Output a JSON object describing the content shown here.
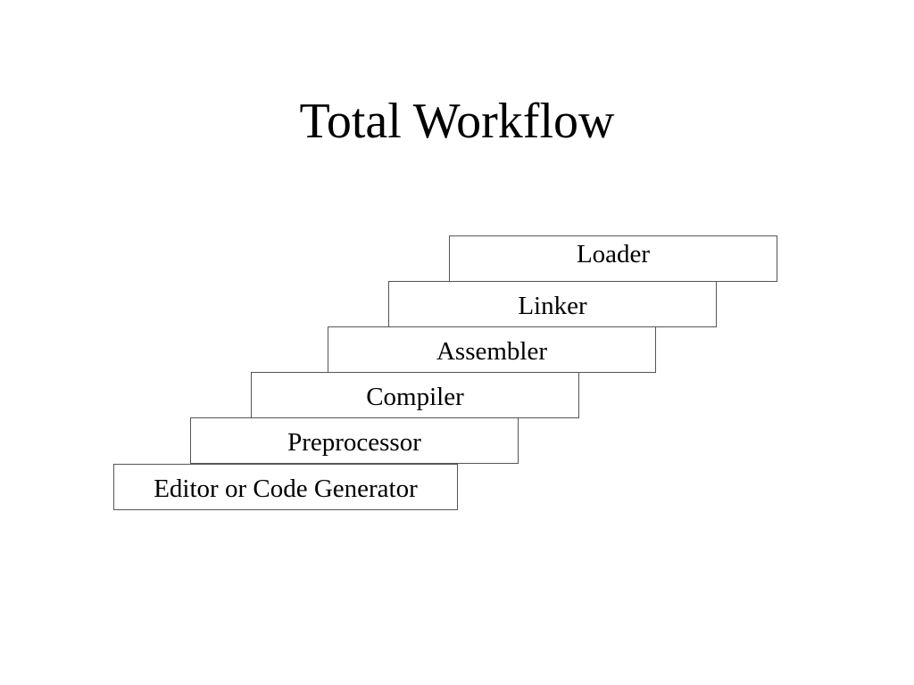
{
  "title": "Total Workflow",
  "steps": [
    "Editor or Code Generator",
    "Preprocessor",
    "Compiler",
    "Assembler",
    "Linker",
    "Loader"
  ]
}
